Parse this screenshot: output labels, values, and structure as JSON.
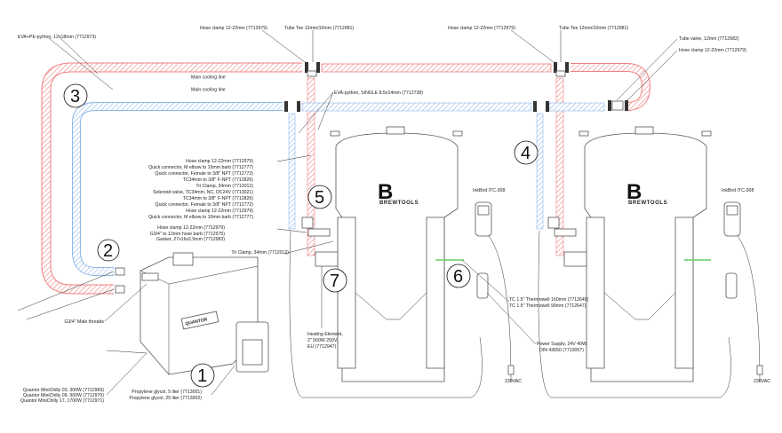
{
  "labels": {
    "eva_pe_python": "EVA+PE-python, 12x18mm (7712973)",
    "hose_clamp_top1": "Hose clamp 12-22mm (7712979)",
    "tube_tee_1": "Tube Tee 12mm/10mm (7712981)",
    "hose_clamp_top2": "Hose clamp 12-22mm (7712979)",
    "tube_tee_2": "Tube Tee 12mm/10mm (7712981)",
    "tube_valve": "Tube valve, 12mm (7712982)",
    "hose_clamp_top3": "Hose clamp 12-22mm (7712979)",
    "main_cooling_line_red": "Main cooling line",
    "main_cooling_line_blue": "Main cooling line",
    "eva_python_single": "EVA-python, SINGLE 8.5x14mm (7712738)",
    "inkbird_1": "InkBird ITC-308",
    "inkbird_2": "InkBird ITC-308",
    "thermowell_160": "TC 1.5\" Thermowell 160mm (7712649)",
    "thermowell_90": "TC 1.5\" Thermowell 90mm (7712647)",
    "power_supply_1": "Power Supply, 24V 40W,",
    "power_supply_2": "DIN 43650 (7713057)",
    "vac_1": "230VAC",
    "vac_2": "230VAC",
    "heating_1": "Heating Element,",
    "heating_2": "2\" 500W 250V,",
    "heating_3": "EU (7712947)",
    "tri_clamp_bottom": "Tri Clamp, 34mm (7712012)",
    "g34_male": "G3/4\" Male threads",
    "brand": "BREWTOOLS",
    "chiller_brand": "QUANTOR"
  },
  "valve_stack": [
    "Hose clamp 12-22mm (7712979)",
    "Quick connector, M elbow to 10mm barb (7712777)",
    "Quick connector, Female to 3/8\" NPT (7712772)",
    "TC34mm to 3/8\" F-NPT (7712826)",
    "Tri Clamp, 34mm (7712012)",
    "Solenoid valve, TC34mm, NC, DC24V (7713021)",
    "TC34mm to 3/8\" F-NPT (7712826)",
    "Quick connector, Female to 3/8\" NPT (7712772)",
    "Hose clamp 12-22mm (7712979)",
    "Quick connector, M elbow to 10mm barb (7712777)"
  ],
  "chiller_fittings": [
    "Hose clamp 12-22mm (7712979)",
    "G3/4\" to 12mm hose barb (7712975)",
    "Gasket, 27x16x2.5mm (7712983)"
  ],
  "chillers": [
    "Quantor MiniChilly 03, 300W (7712969)",
    "Quantor MiniChilly 09, 900W (7712970)",
    "Quantor MiniChilly 17, 1700W (7712971)"
  ],
  "glycol": [
    "Propylene glycol, 5 liter (7713001)",
    "Propylene glycol, 25 liter (7713002)"
  ],
  "callouts": [
    "1",
    "2",
    "3",
    "4",
    "5",
    "6",
    "7"
  ],
  "colors": {
    "supply_line": "#f08080",
    "return_line": "#8fb8e8",
    "thermowell": "#6c6"
  }
}
